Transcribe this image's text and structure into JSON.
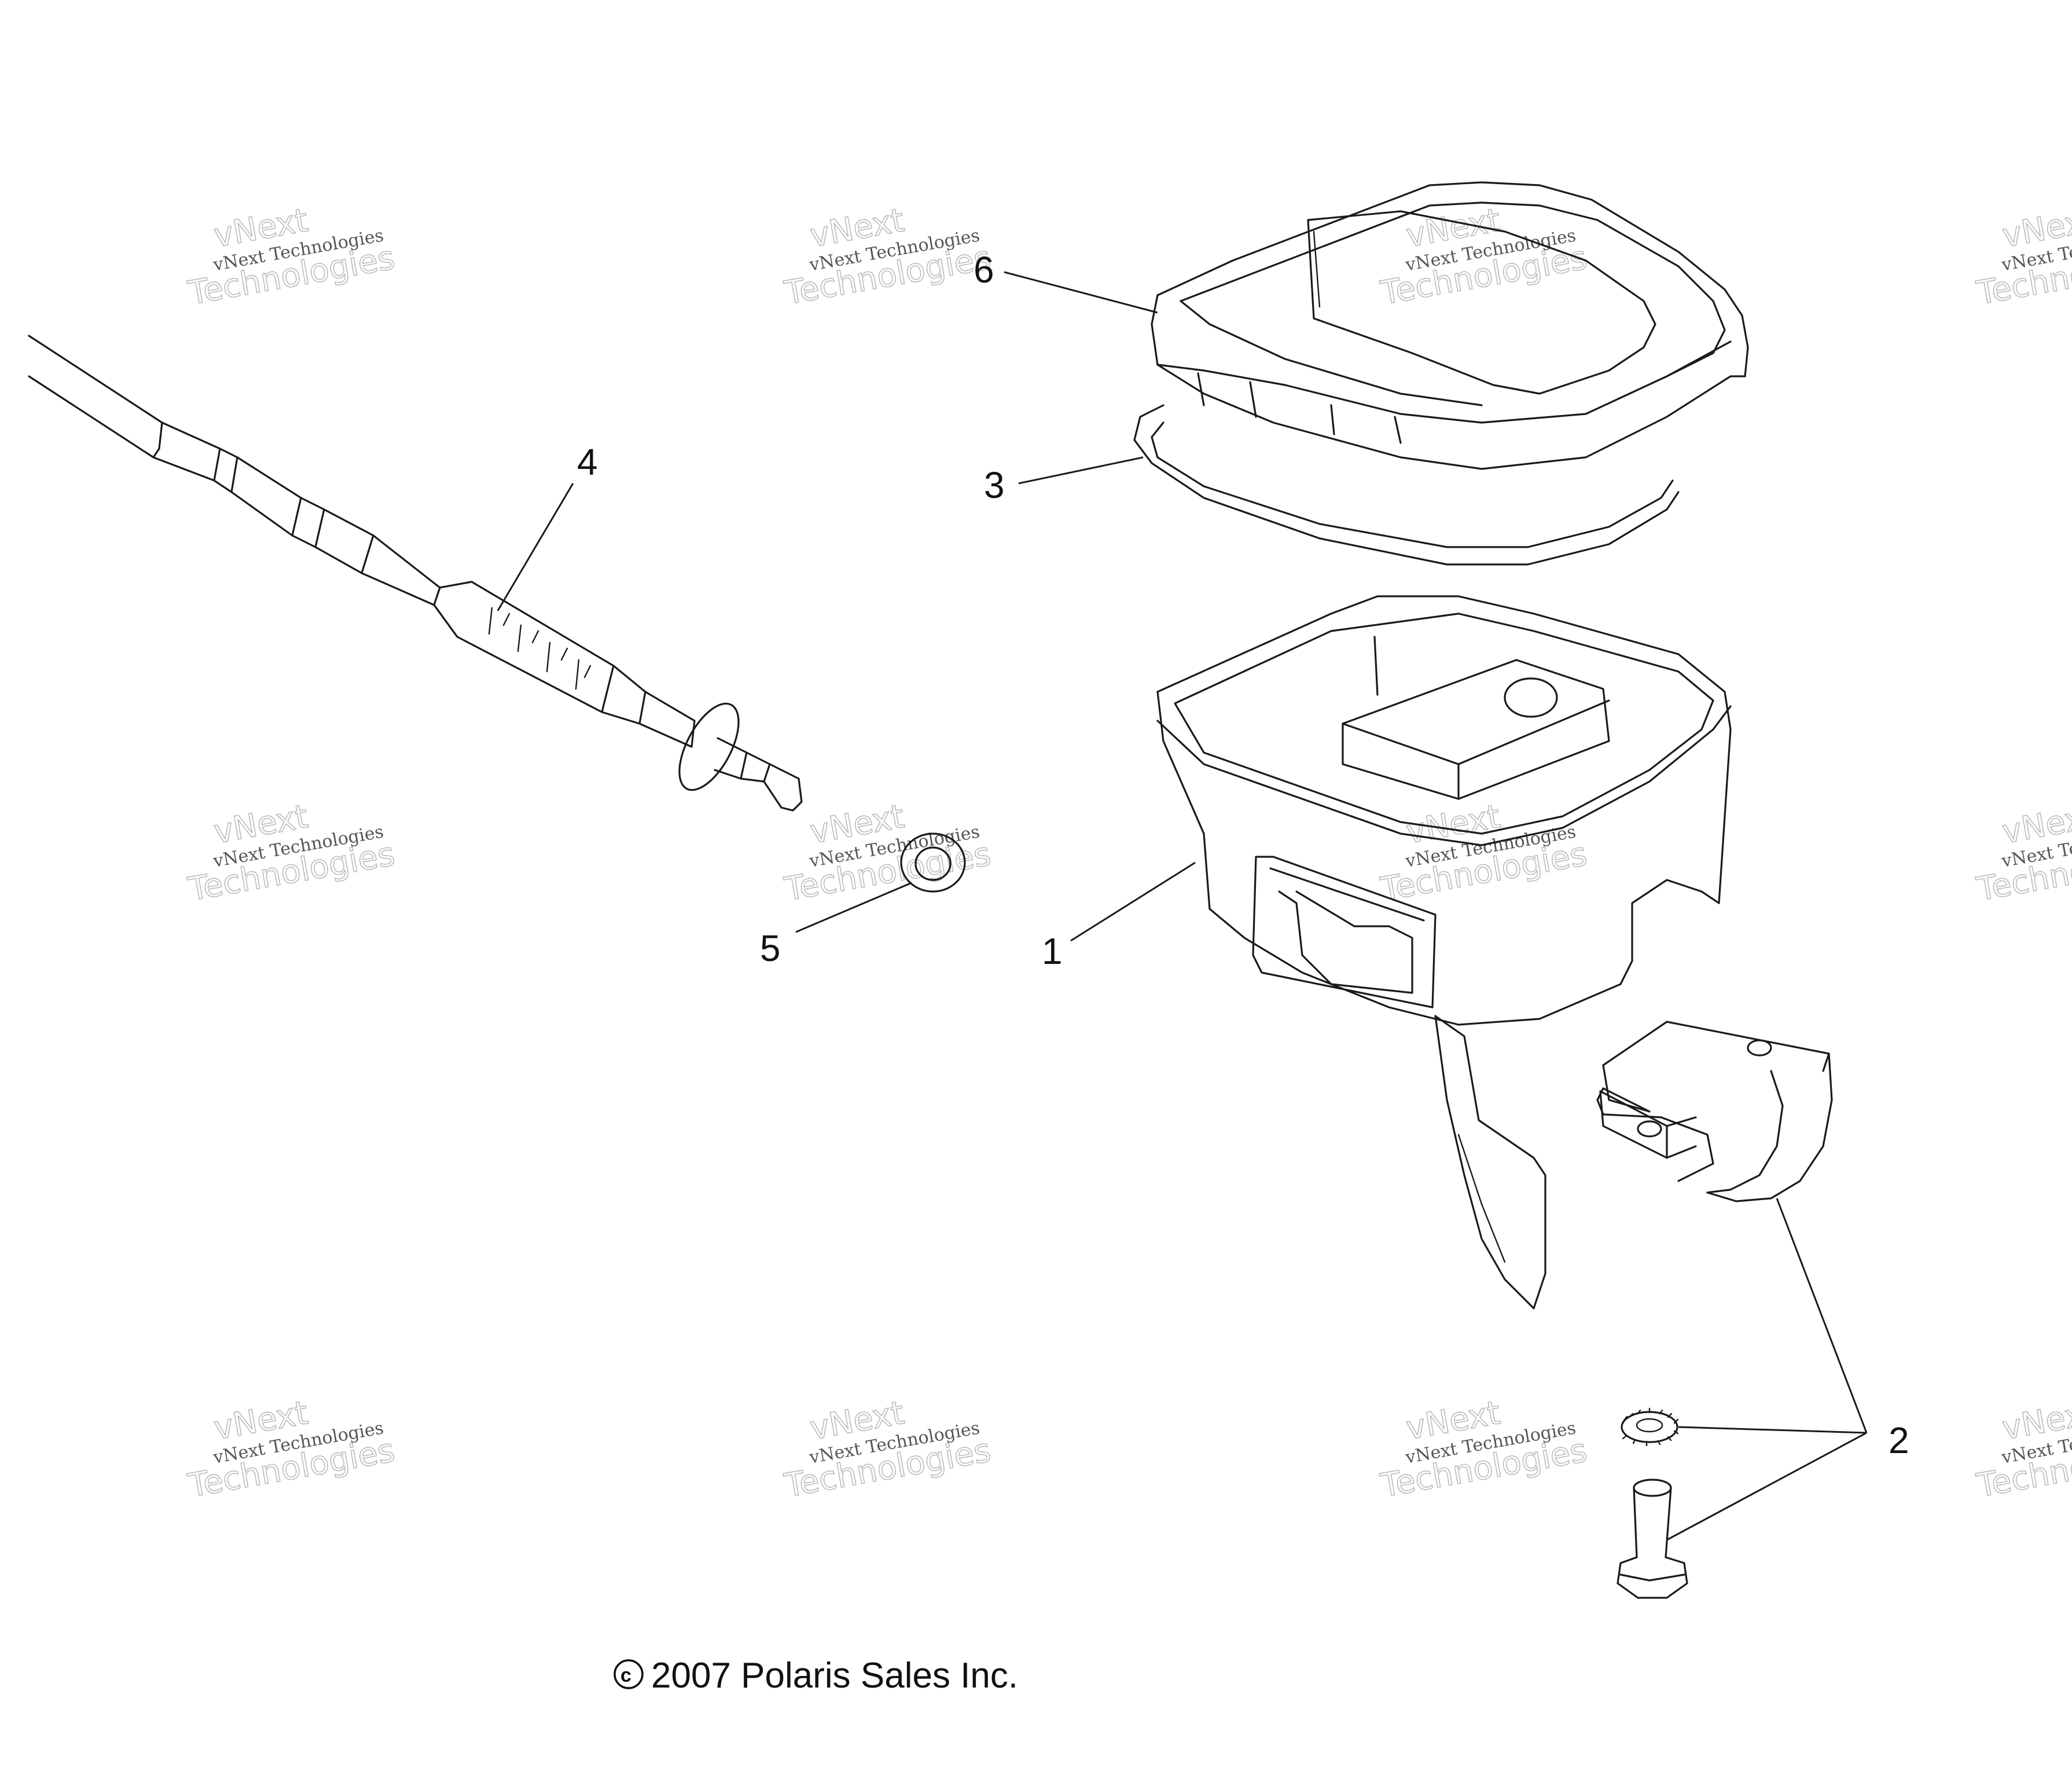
{
  "callouts": [
    {
      "id": "1",
      "text": "1"
    },
    {
      "id": "2",
      "text": "2"
    },
    {
      "id": "3",
      "text": "3"
    },
    {
      "id": "4",
      "text": "4"
    },
    {
      "id": "5",
      "text": "5"
    },
    {
      "id": "6",
      "text": "6"
    }
  ],
  "copyright": {
    "symbol": "©",
    "text": "2007 Polaris Sales Inc."
  },
  "watermark": {
    "line1": "vNext",
    "line2": "vNext Technologies",
    "line3": "Technologies"
  }
}
